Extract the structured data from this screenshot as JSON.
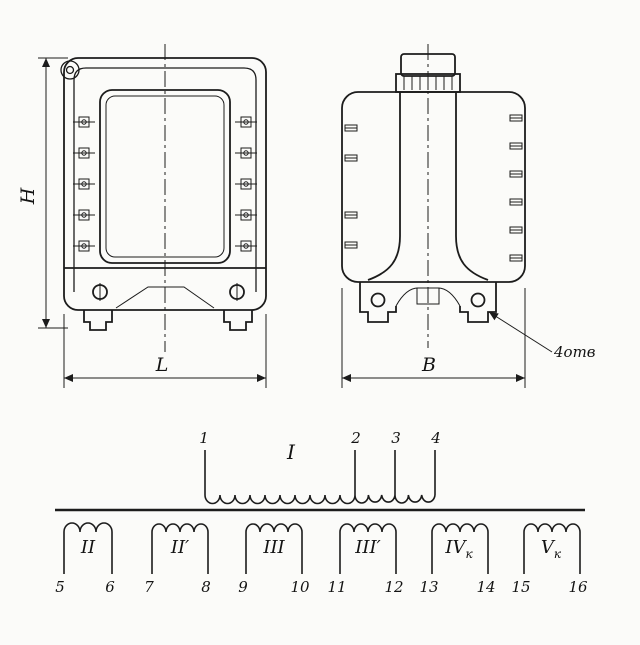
{
  "drawing": {
    "front_view": {
      "dim_height_label": "H",
      "dim_width_label": "L"
    },
    "side_view": {
      "dim_width_label": "B",
      "holes_label": "4отв"
    },
    "schematic": {
      "primary": {
        "label": "I",
        "terminals": [
          "1",
          "2",
          "3",
          "4"
        ]
      },
      "secondary": [
        {
          "label": "II",
          "sub": "",
          "terminals": [
            "5",
            "6"
          ]
        },
        {
          "label": "II′",
          "sub": "",
          "terminals": [
            "7",
            "8"
          ]
        },
        {
          "label": "III",
          "sub": "",
          "terminals": [
            "9",
            "10"
          ]
        },
        {
          "label": "III′",
          "sub": "",
          "terminals": [
            "11",
            "12"
          ]
        },
        {
          "label": "IV",
          "sub": "к",
          "terminals": [
            "13",
            "14"
          ]
        },
        {
          "label": "V",
          "sub": "к",
          "terminals": [
            "15",
            "16"
          ]
        }
      ]
    }
  }
}
